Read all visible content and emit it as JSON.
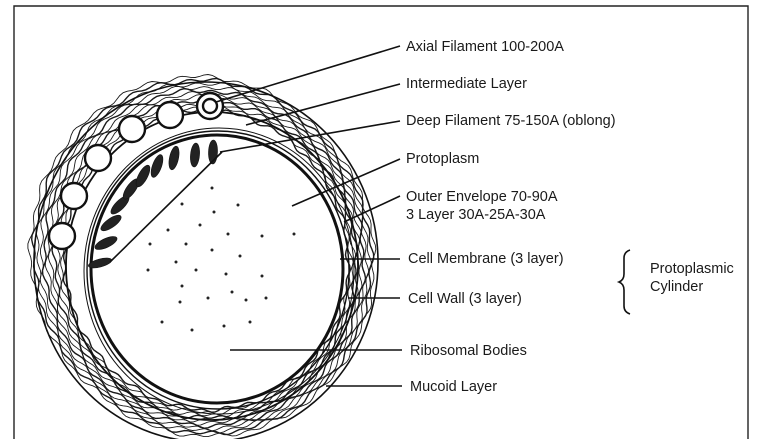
{
  "diagram": {
    "labels": {
      "axial_filament": "Axial Filament 100-200A",
      "intermediate_layer": "Intermediate Layer",
      "deep_filament": "Deep Filament 75-150A (oblong)",
      "protoplasm": "Protoplasm",
      "outer_envelope_1": "Outer Envelope 70-90A",
      "outer_envelope_2": "3 Layer 30A-25A-30A",
      "cell_membrane": "Cell Membrane (3 layer)",
      "cell_wall": "Cell Wall (3 layer)",
      "ribosomal_bodies": "Ribosomal Bodies",
      "mucoid_layer": "Mucoid Layer",
      "protoplasmic_1": "Protoplasmic",
      "protoplasmic_2": "Cylinder"
    },
    "colors": {
      "ink": "#111111",
      "paper": "#ffffff"
    }
  }
}
